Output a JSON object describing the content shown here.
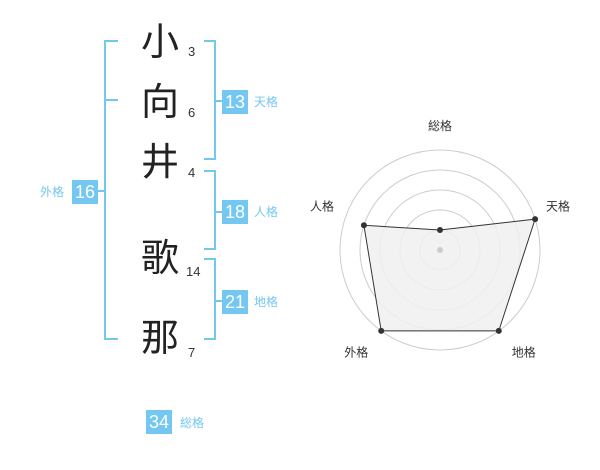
{
  "name": {
    "chars": [
      {
        "char": "小",
        "strokes": "3"
      },
      {
        "char": "向",
        "strokes": "6"
      },
      {
        "char": "井",
        "strokes": "4"
      },
      {
        "char": "歌",
        "strokes": "14"
      },
      {
        "char": "那",
        "strokes": "7"
      }
    ]
  },
  "kaku": {
    "tenkaku": {
      "value": "13",
      "label": "天格"
    },
    "jinkaku": {
      "value": "18",
      "label": "人格"
    },
    "chikaku": {
      "value": "21",
      "label": "地格"
    },
    "gaikaku": {
      "value": "16",
      "label": "外格"
    },
    "soukaku": {
      "value": "34",
      "label": "総格"
    }
  },
  "colors": {
    "accent": "#74c7f0",
    "polygon_fill": "#f0f0f0",
    "ring": "#cccccc"
  },
  "chart_data": {
    "type": "radar",
    "axes": [
      "総格",
      "天格",
      "地格",
      "外格",
      "人格"
    ],
    "values": [
      1,
      5,
      5,
      5,
      4
    ],
    "rlim": [
      0,
      5
    ],
    "rings": 5,
    "title": ""
  }
}
